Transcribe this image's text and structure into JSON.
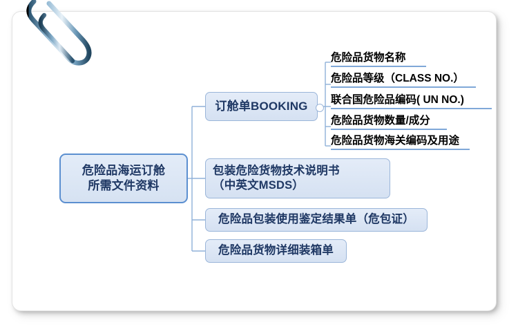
{
  "page": {
    "background_color": "#ffffff",
    "sheet_color": "#ffffff"
  },
  "decor": {
    "paperclip_icon": "paperclip-icon",
    "paperclip_color": "#4b7ea8"
  },
  "theme": {
    "node_fill": "#dce6f4",
    "node_border": "#9ab5d9",
    "root_border": "#5b8fd0",
    "node_text": "#1f3864",
    "leaf_text": "#000000",
    "connector_color": "#8fb0d8",
    "underline_color": "#7fa8d8"
  },
  "mindmap": {
    "root": {
      "line1": "危险品海运订舱",
      "line2": "所需文件资料"
    },
    "branches": [
      {
        "id": "booking",
        "label": "订舱单BOOKING",
        "handle": "collapse-handle",
        "children": [
          {
            "label": "危险品货物名称"
          },
          {
            "label": "危险品等级（CLASS NO.）"
          },
          {
            "label": "联合国危险品编码( UN NO.)"
          },
          {
            "label": "危险品货物数量/成分"
          },
          {
            "label": "危险品货物海关编码及用途"
          }
        ]
      },
      {
        "id": "msds",
        "line1": "包装危险货物技术说明书",
        "line2": "（中英文MSDS）",
        "children": []
      },
      {
        "id": "weibao",
        "label": "危险品包装使用鉴定结果单（危包证）",
        "children": []
      },
      {
        "id": "packlist",
        "label": "危险品货物详细装箱单",
        "children": []
      }
    ]
  }
}
